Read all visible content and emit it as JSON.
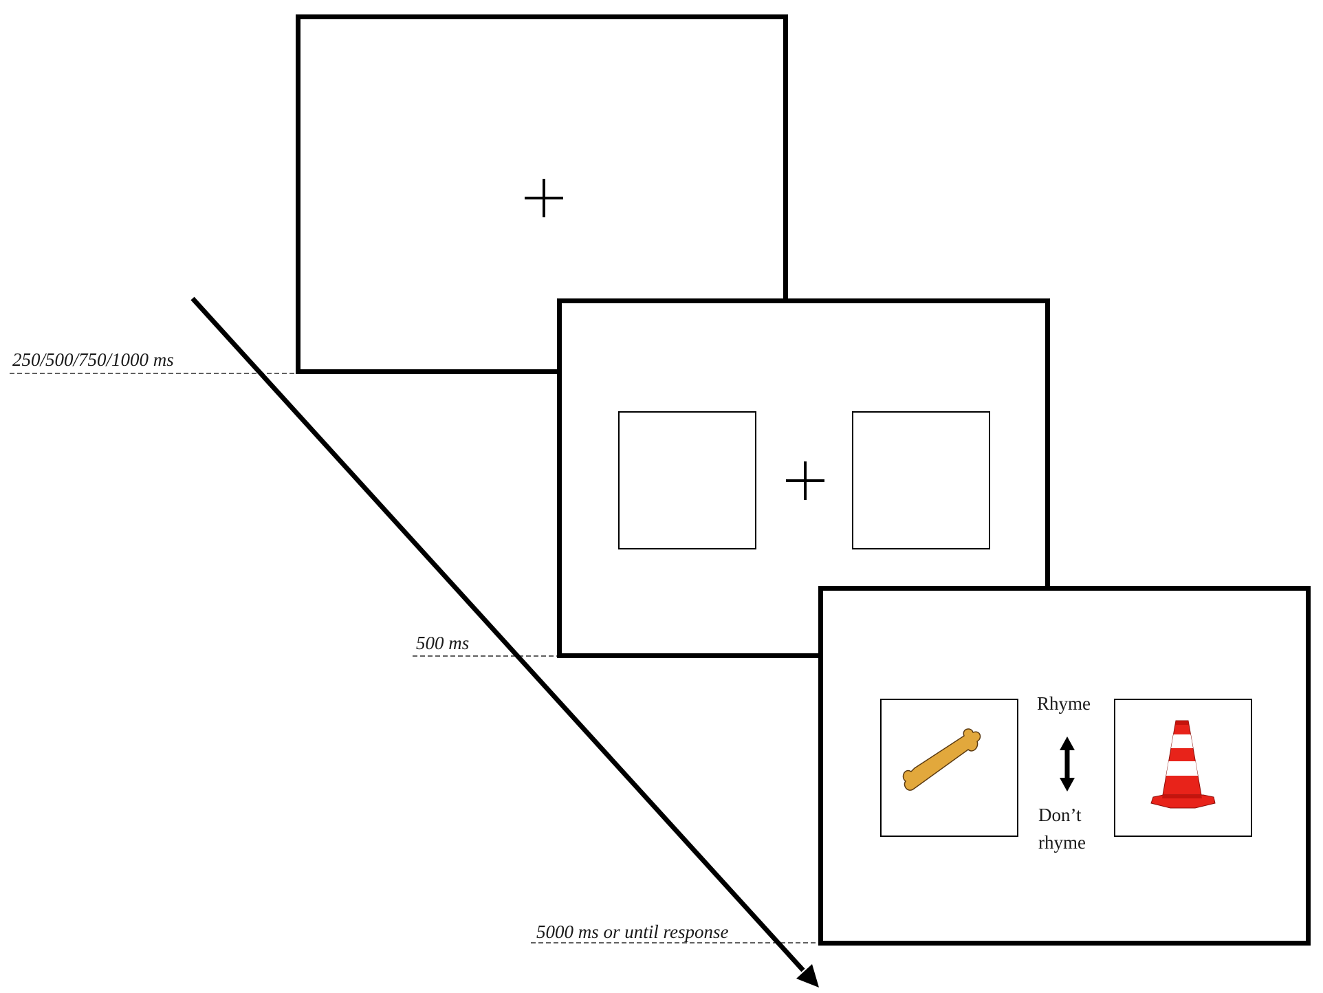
{
  "timeline": {
    "timings": [
      "250/500/750/1000 ms",
      "500 ms",
      "5000 ms or until response"
    ]
  },
  "response_options": {
    "rhyme": "Rhyme",
    "dont_rhyme": "Don’t\nrhyme"
  },
  "stimuli": {
    "left_picture": "bone",
    "right_picture": "traffic-cone"
  },
  "colors": {
    "bone": "#e2a83c",
    "cone_red": "#e8231a",
    "cone_white": "#ffffff",
    "frame": "#000000"
  }
}
